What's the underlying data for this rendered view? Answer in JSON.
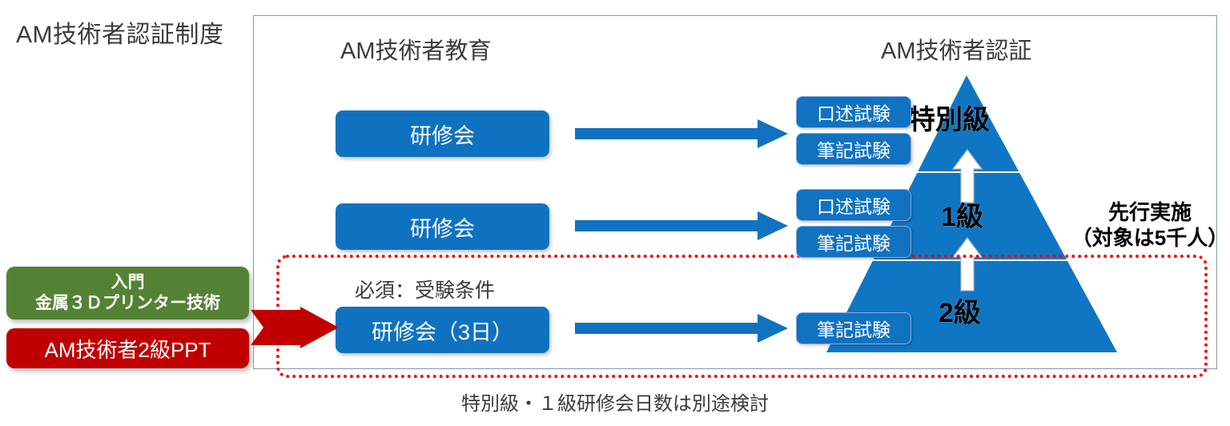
{
  "page": {
    "system_title": "AM技術者認証制度",
    "footnote": "特別級・１級研修会日数は別途検討"
  },
  "columns": {
    "education_heading": "AM技術者教育",
    "certification_heading": "AM技術者認証"
  },
  "education": {
    "tracks": [
      {
        "label": "研修会"
      },
      {
        "label": "研修会"
      },
      {
        "label": "研修会（3日）"
      }
    ],
    "prerequisite_label": "必須：受験条件"
  },
  "exams": {
    "special": [
      {
        "label": "口述試験"
      },
      {
        "label": "筆記試験"
      }
    ],
    "rank1": [
      {
        "label": "口述試験"
      },
      {
        "label": "筆記試験"
      }
    ],
    "rank2": [
      {
        "label": "筆記試験"
      }
    ]
  },
  "pyramid": {
    "levels": [
      {
        "label": "特別級"
      },
      {
        "label": "1級"
      },
      {
        "label": "2級"
      }
    ]
  },
  "side_note": {
    "line1": "先行実施",
    "line2": "（対象は5千人）"
  },
  "left_callouts": {
    "intro_line1": "入門",
    "intro_line2": "金属３Ｄプリンター技術",
    "ppt_label": "AM技術者2級PPT"
  },
  "colors": {
    "blue_box": "#0f72c0",
    "exam_blue": "#1072c0",
    "pyramid_blue": "#0f76c4",
    "green": "#548235",
    "red": "#c00000",
    "dotted_red": "#ff0000",
    "frame": "#8497b0"
  }
}
